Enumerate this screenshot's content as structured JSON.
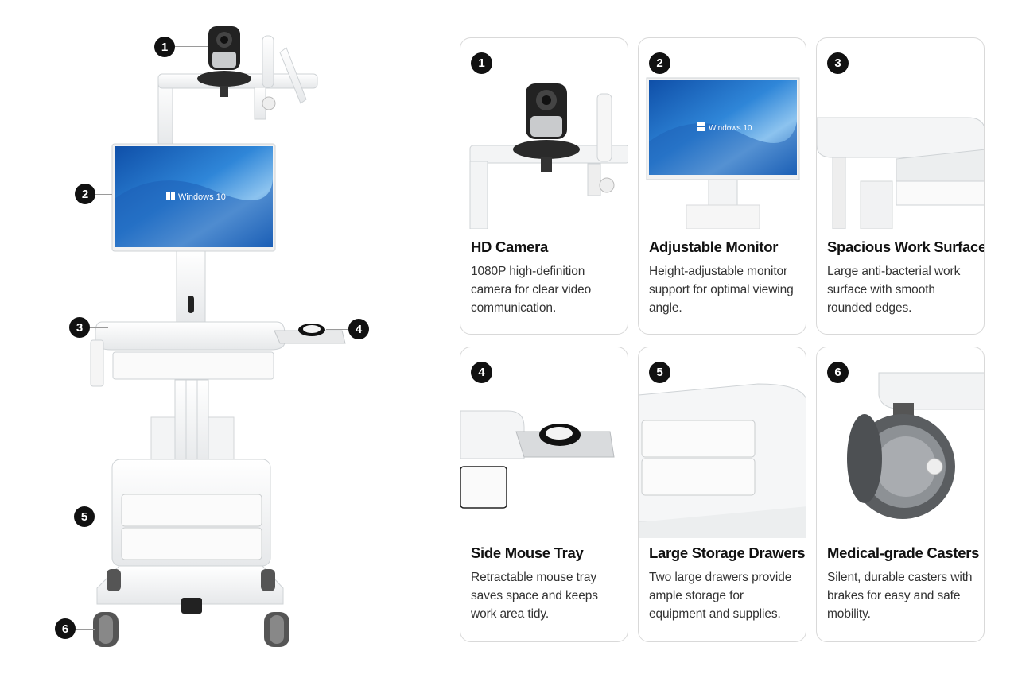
{
  "screen_label": "Windows 10",
  "callouts": [
    "1",
    "2",
    "3",
    "4",
    "5",
    "6"
  ],
  "cards": [
    {
      "num": "1",
      "title": "HD Camera",
      "desc": "1080P high-definition camera for clear video communication."
    },
    {
      "num": "2",
      "title": "Adjustable Monitor",
      "desc": "Height-adjustable monitor support for optimal viewing angle."
    },
    {
      "num": "3",
      "title": "Spacious Work Surface",
      "desc": "Large anti-bacterial work surface with smooth rounded edges."
    },
    {
      "num": "4",
      "title": "Side Mouse Tray",
      "desc": "Retractable mouse tray saves space and keeps work area tidy."
    },
    {
      "num": "5",
      "title": "Large Storage Drawers",
      "desc": "Two large drawers provide ample storage for equipment and supplies."
    },
    {
      "num": "6",
      "title": "Medical-grade Casters",
      "desc": "Silent, durable casters with brakes for easy and safe mobility."
    }
  ],
  "colors": {
    "screen_blue": "#1f6fc4",
    "badge": "#111111",
    "card_border": "#d9d9d9"
  }
}
